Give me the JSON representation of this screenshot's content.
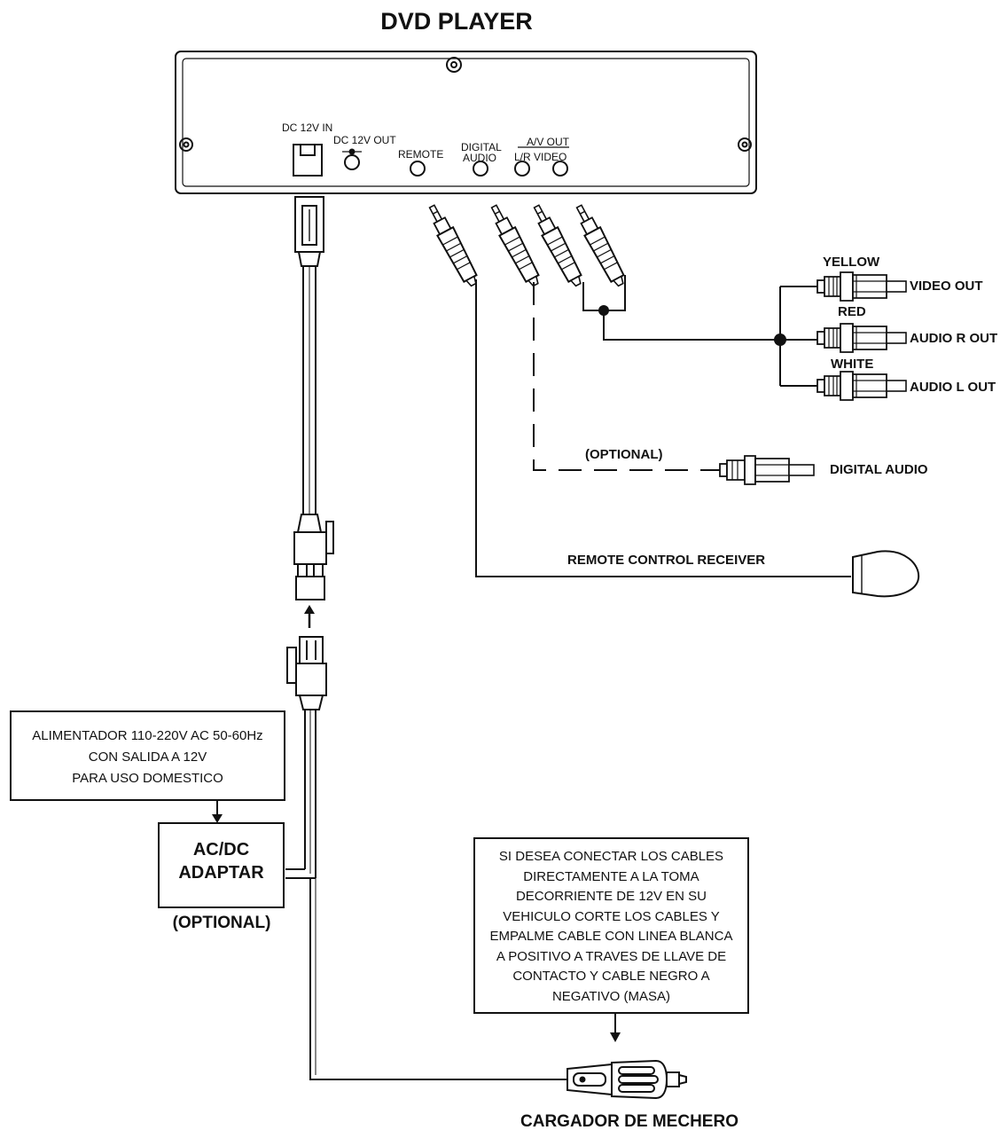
{
  "title": "DVD PLAYER",
  "player_panel": {
    "dc_in": "DC 12V IN",
    "dc_out": "DC 12V OUT",
    "remote": "REMOTE",
    "digital_audio_line1": "DIGITAL",
    "digital_audio_line2": "AUDIO",
    "av_out": "A/V OUT",
    "lr_video": "L/R VIDEO"
  },
  "av_outputs": {
    "yellow": "YELLOW",
    "video_out": "VIDEO OUT",
    "red": "RED",
    "audio_r_out": "AUDIO R OUT",
    "white": "WHITE",
    "audio_l_out": "AUDIO L OUT"
  },
  "digital_output": {
    "optional": "(OPTIONAL)",
    "label": "DIGITAL AUDIO"
  },
  "remote_receiver": "REMOTE CONTROL RECEIVER",
  "power_supply_box": {
    "line1": "ALIMENTADOR 110-220V AC 50-60Hz",
    "line2": "CON SALIDA A 12V",
    "line3": "PARA USO DOMESTICO"
  },
  "adapter": {
    "line1": "AC/DC",
    "line2": "ADAPTAR",
    "optional": "(OPTIONAL)"
  },
  "instructions_box": {
    "line1": "SI DESEA CONECTAR LOS CABLES",
    "line2": "DIRECTAMENTE A LA TOMA",
    "line3": "DECORRIENTE DE 12V EN SU",
    "line4": "VEHICULO CORTE LOS CABLES Y",
    "line5": "EMPALME CABLE CON LINEA BLANCA",
    "line6": "A POSITIVO A TRAVES DE LLAVE DE",
    "line7": "CONTACTO Y CABLE NEGRO A",
    "line8": "NEGATIVO (MASA)"
  },
  "car_charger": "CARGADOR DE MECHERO"
}
